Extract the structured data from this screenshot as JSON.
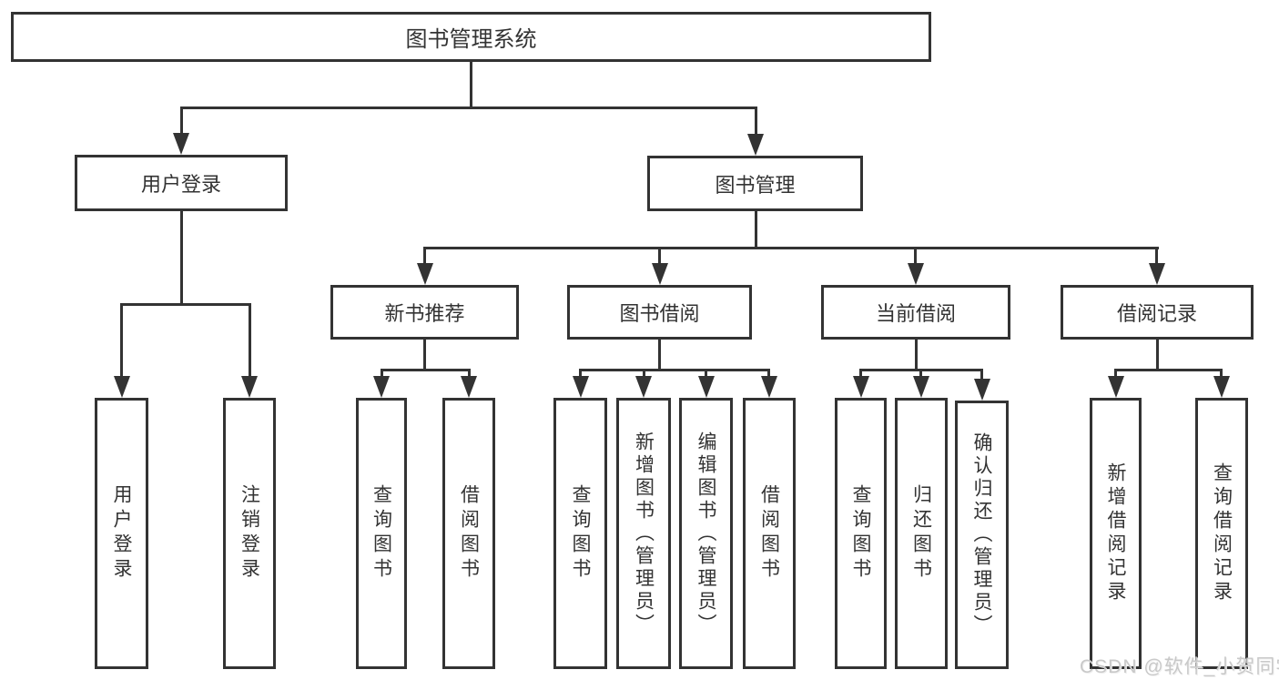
{
  "diagram_title": "图书管理系统",
  "tree": {
    "label": "图书管理系统",
    "children": [
      {
        "label": "用户登录",
        "children": [
          {
            "label": "用户登录"
          },
          {
            "label": "注销登录"
          }
        ]
      },
      {
        "label": "图书管理",
        "children": [
          {
            "label": "新书推荐",
            "children": [
              {
                "label": "查询图书"
              },
              {
                "label": "借阅图书"
              }
            ]
          },
          {
            "label": "图书借阅",
            "children": [
              {
                "label": "查询图书"
              },
              {
                "label": "新增图书（管理员）"
              },
              {
                "label": "编辑图书（管理员）"
              },
              {
                "label": "借阅图书"
              }
            ]
          },
          {
            "label": "当前借阅",
            "children": [
              {
                "label": "查询图书"
              },
              {
                "label": "归还图书"
              },
              {
                "label": "确认归还（管理员）"
              }
            ]
          },
          {
            "label": "借阅记录",
            "children": [
              {
                "label": "新增借阅记录"
              },
              {
                "label": "查询借阅记录"
              }
            ]
          }
        ]
      }
    ]
  },
  "watermark": {
    "text": "CSDN @软件_小贺同学"
  },
  "colors": {
    "line": "#333333",
    "box_border": "#333333",
    "text": "#333333",
    "background": "#ffffff",
    "watermark": "#c9c9c9"
  }
}
